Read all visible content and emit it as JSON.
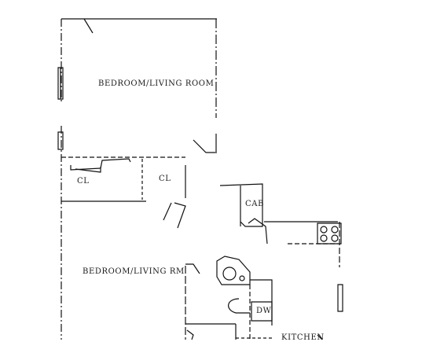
{
  "labels": {
    "room_top": "BEDROOM/LIVING ROOM",
    "closet_left": "CL",
    "closet_right": "CL",
    "cabinet": "CAB",
    "room_bottom": "BEDROOM/LIVING RM",
    "dishwasher": "DW",
    "kitchen": "KITCHEN"
  },
  "colors": {
    "line": "#111111",
    "background": "#ffffff"
  }
}
